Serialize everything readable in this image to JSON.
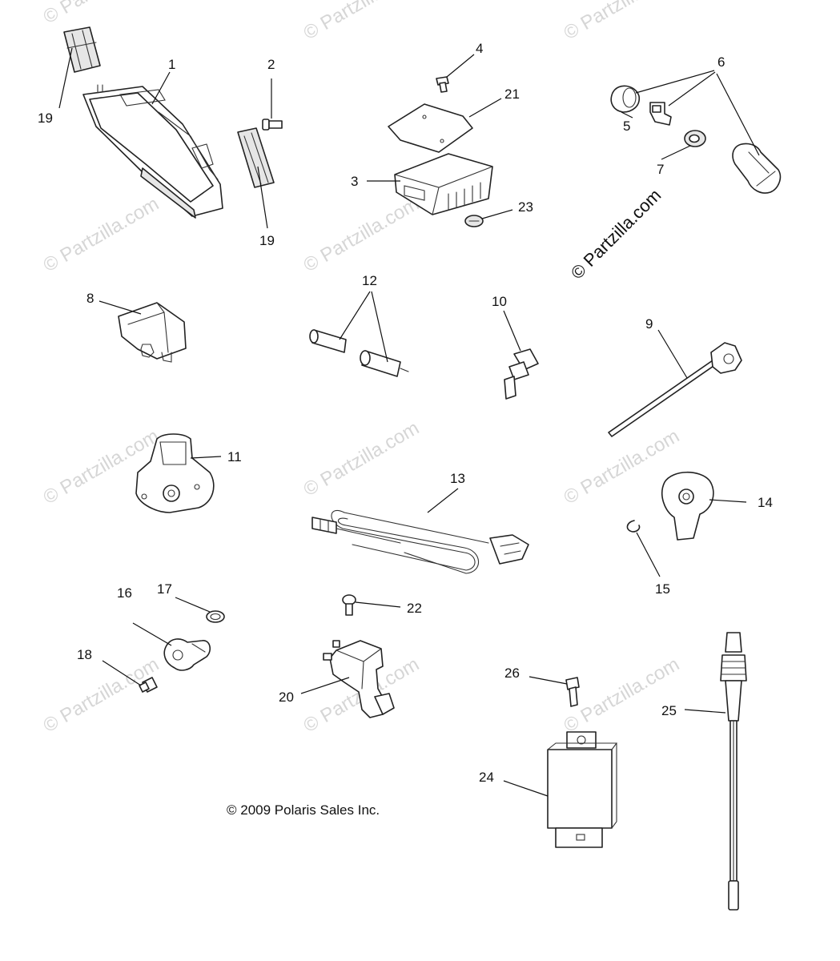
{
  "watermark": "© Partzilla.com",
  "brand_watermark": "© Partzilla.com",
  "copyright": "© 2009 Polaris Sales Inc.",
  "callouts": {
    "c1": "1",
    "c2": "2",
    "c3": "3",
    "c4": "4",
    "c5": "5",
    "c6": "6",
    "c7": "7",
    "c8": "8",
    "c9": "9",
    "c10": "10",
    "c11": "11",
    "c12": "12",
    "c13": "13",
    "c14": "14",
    "c15": "15",
    "c16": "16",
    "c17": "17",
    "c18": "18",
    "c19a": "19",
    "c19b": "19",
    "c20": "20",
    "c21": "21",
    "c22": "22",
    "c23": "23",
    "c24": "24",
    "c25": "25",
    "c26": "26"
  }
}
